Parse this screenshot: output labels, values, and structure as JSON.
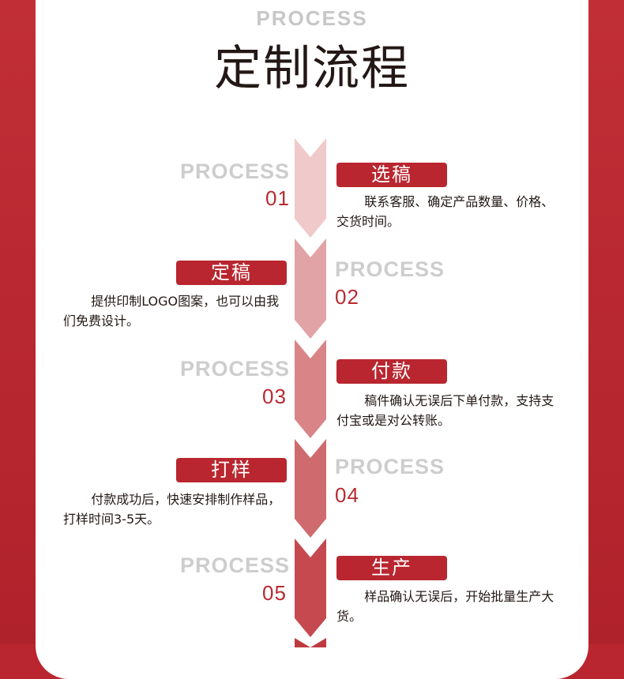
{
  "header": {
    "process_label": "PROCESS",
    "title": "定制流程"
  },
  "steps": [
    {
      "process": "PROCESS",
      "number": "01",
      "title": "选稿",
      "desc": "联系客服、确定产品数量、价格、交货时间。"
    },
    {
      "process": "PROCESS",
      "number": "02",
      "title": "定稿",
      "desc": "提供印制LOGO图案，也可以由我们免费设计。"
    },
    {
      "process": "PROCESS",
      "number": "03",
      "title": "付款",
      "desc": "稿件确认无误后下单付款，支持支付宝或是对公转账。"
    },
    {
      "process": "PROCESS",
      "number": "04",
      "title": "打样",
      "desc": "付款成功后，快速安排制作样品，打样时间3-5天。"
    },
    {
      "process": "PROCESS",
      "number": "05",
      "title": "生产",
      "desc": "样品确认无误后，开始批量生产大货。"
    }
  ],
  "colors": {
    "brand_red": "#b9262f",
    "process_gray": "#cdcdcd",
    "arrow_light": "#f0c7c9",
    "arrow_dark": "#c4484e"
  }
}
